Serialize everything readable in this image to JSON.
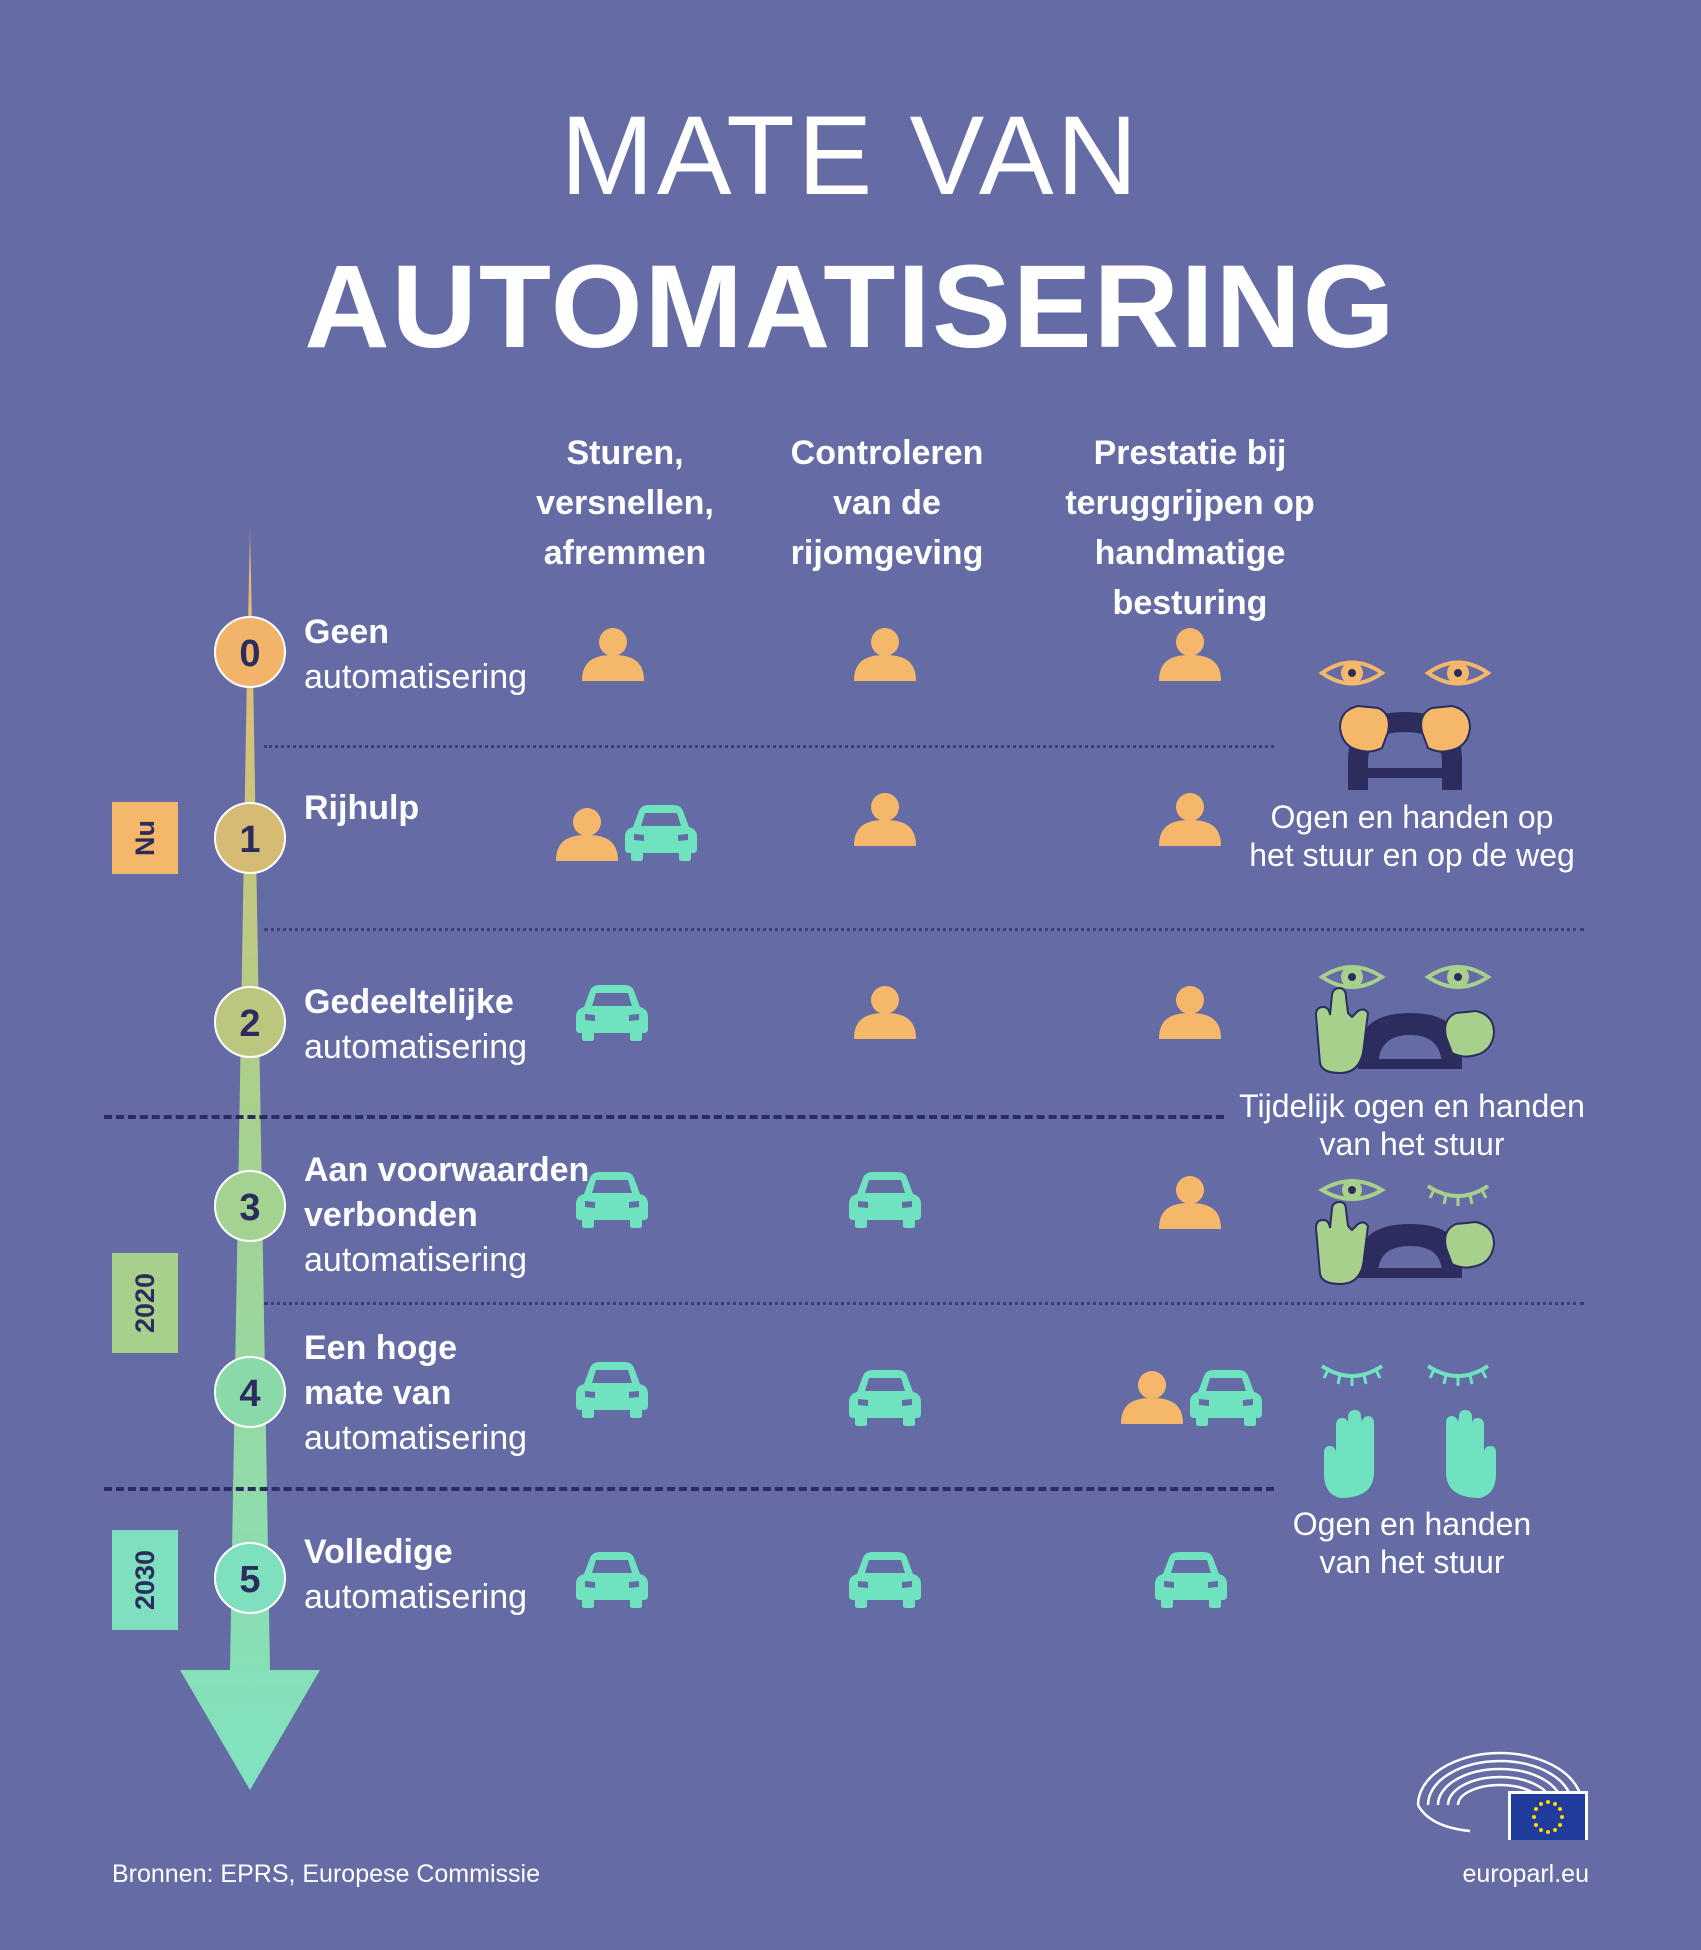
{
  "title": {
    "line1": "MATE VAN",
    "line2": "AUTOMATISERING"
  },
  "columns": [
    "Sturen,\nversnellen,\nafremmen",
    "Controleren\nvan de\nrijomgeving",
    "Prestatie bij\nteruggrijpen op\nhandmatige besturing"
  ],
  "levels": [
    {
      "number": "0",
      "title": "Geen",
      "subtitle": "automatisering",
      "cells": [
        "person",
        "person",
        "person"
      ]
    },
    {
      "number": "1",
      "title": "Rijhulp",
      "subtitle": "",
      "cells": [
        "person+car",
        "person",
        "person"
      ]
    },
    {
      "number": "2",
      "title": "Gedeeltelijke",
      "subtitle": "automatisering",
      "cells": [
        "car",
        "person",
        "person"
      ]
    },
    {
      "number": "3",
      "title": "Aan voorwaarden\nverbonden",
      "subtitle": "automatisering",
      "cells": [
        "car",
        "car",
        "person"
      ]
    },
    {
      "number": "4",
      "title": "Een hoge\nmate van",
      "subtitle": "automatisering",
      "cells": [
        "car",
        "car",
        "person+car"
      ]
    },
    {
      "number": "5",
      "title": "Volledige",
      "subtitle": "automatisering",
      "cells": [
        "car",
        "car",
        "car"
      ]
    }
  ],
  "eras": [
    {
      "label": "Nu",
      "color": "#f5b86b"
    },
    {
      "label": "2020",
      "color": "#a8d08d"
    },
    {
      "label": "2030",
      "color": "#7fe0c0"
    }
  ],
  "captions": [
    "Ogen en handen op\nhet stuur en op de weg",
    "Tijdelijk ogen en handen\nvan het stuur",
    "Ogen en handen\nvan het stuur"
  ],
  "footer": {
    "source": "Bronnen: EPRS, Europese Commissie",
    "site": "europarl.eu"
  },
  "icons": {
    "person": "person-icon",
    "car": "car-icon"
  },
  "colors": {
    "background": "#646ba5",
    "human": "#f5b86b",
    "machine": "#6fe3c0",
    "partial": "#a8d08d",
    "dark": "#2c2d5e"
  }
}
